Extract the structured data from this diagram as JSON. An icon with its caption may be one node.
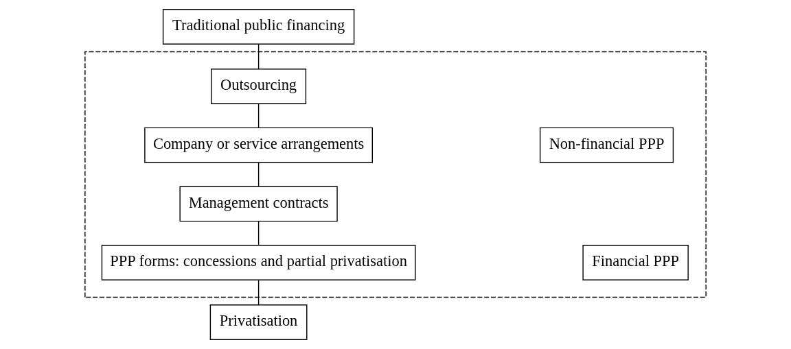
{
  "diagram": {
    "nodes": [
      {
        "text": [
          "Traditional public financing"
        ]
      },
      {
        "text": [],
        "shape": "box"
      },
      {
        "text": [
          "Outsourcing"
        ],
        "in": 1
      },
      {
        "text": [
          "Company or service arrangements"
        ],
        "in": 1
      },
      {
        "text": [
          "Management contracts"
        ],
        "in": 1
      },
      {
        "text": [
          "PPP forms: concessions and partial privatisation"
        ],
        "in": 1
      },
      {
        "text": [
          "Privatisation"
        ]
      },
      {
        "text": [
          "Non-financial PPP"
        ],
        "in": 1
      },
      {
        "text": [
          "Financial PPP"
        ],
        "in": 1
      }
    ],
    "edges": [
      {
        "from": 0,
        "to": 2,
        "arrow": "none"
      },
      {
        "from": 2,
        "to": 3,
        "arrow": "none"
      },
      {
        "from": 3,
        "to": 4,
        "arrow": "none"
      },
      {
        "from": 4,
        "to": 5,
        "arrow": "none"
      },
      {
        "from": 5,
        "to": 6,
        "arrow": "none"
      }
    ]
  }
}
